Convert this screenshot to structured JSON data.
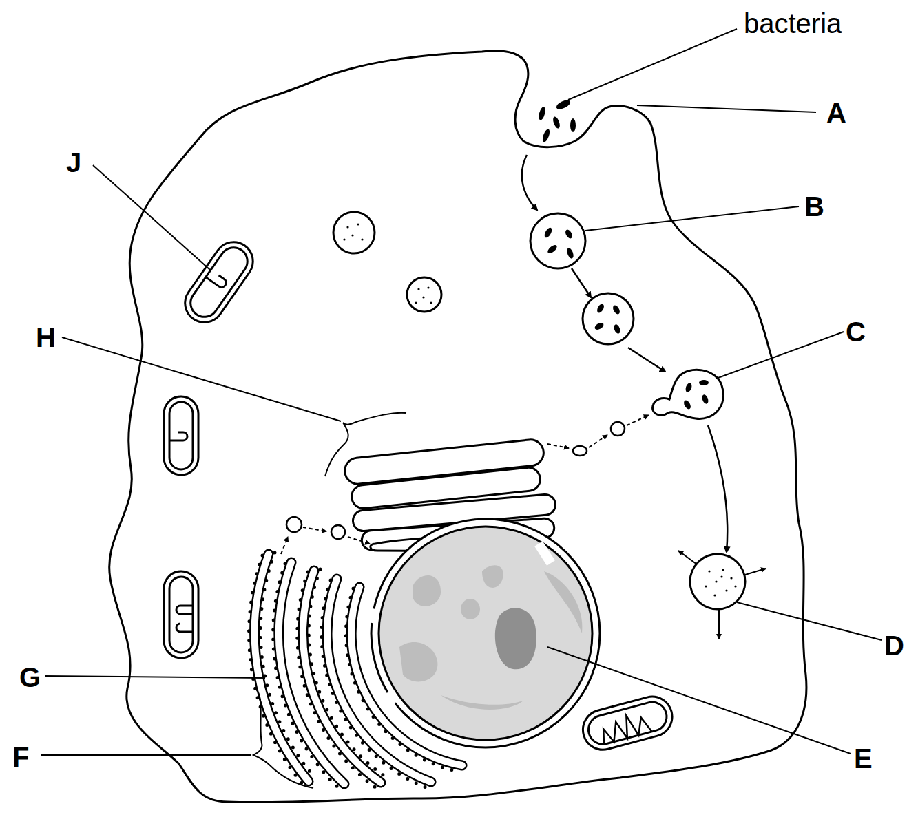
{
  "diagram": {
    "labels": [
      "bacteria",
      "A",
      "B",
      "C",
      "D",
      "E",
      "F",
      "G",
      "H",
      "J"
    ]
  }
}
